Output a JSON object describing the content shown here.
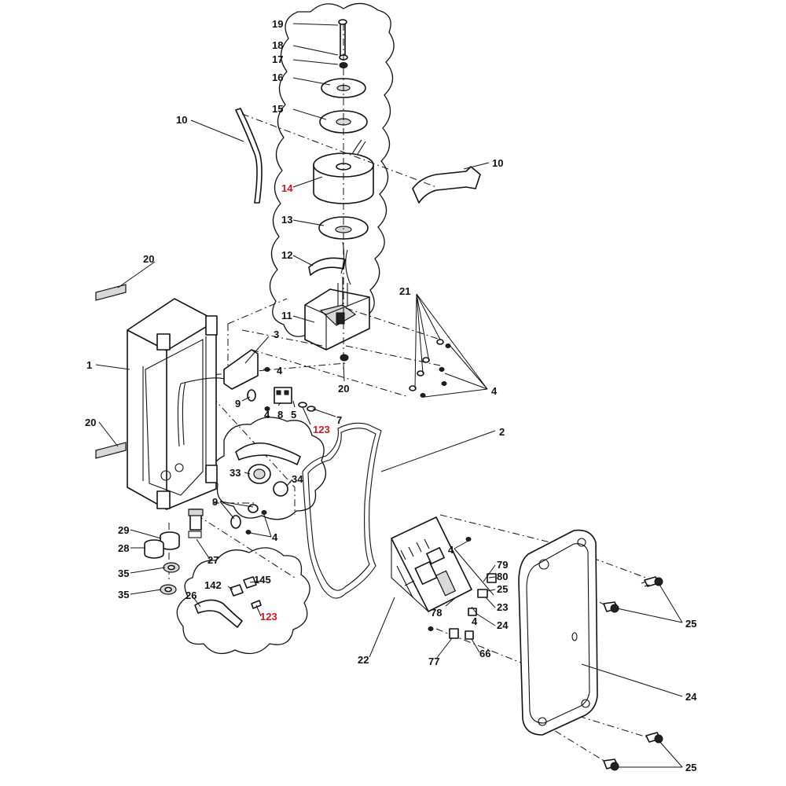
{
  "labels": {
    "l19": "19",
    "l18": "18",
    "l17": "17",
    "l16": "16",
    "l15": "15",
    "l10a": "10",
    "l10b": "10",
    "l14": "14",
    "l13": "13",
    "l12": "12",
    "l11": "11",
    "l20top": "20",
    "l20a": "20",
    "l20b": "20",
    "l21": "21",
    "l4right": "4",
    "l3": "3",
    "l1": "1",
    "l4a": "4",
    "l9a": "9",
    "l4b": "4",
    "l8": "8",
    "l5": "5",
    "l7": "7",
    "l123a": "123",
    "l2": "2",
    "l33": "33",
    "l34": "34",
    "l9b": "9",
    "l4c": "4",
    "l29": "29",
    "l28": "28",
    "l27": "27",
    "l35a": "35",
    "l35b": "35",
    "l142": "142",
    "l145": "145",
    "l26": "26",
    "l123b": "123",
    "l4d": "4",
    "l79": "79",
    "l80": "80",
    "l25a": "25",
    "l23": "23",
    "l78": "78",
    "l24a": "24",
    "l4e": "4",
    "l77": "77",
    "l66": "66",
    "l22": "22",
    "l25b": "25",
    "l24b": "24",
    "l25c": "25"
  },
  "highlight_color": "#d2161e",
  "line_color": "#111111"
}
